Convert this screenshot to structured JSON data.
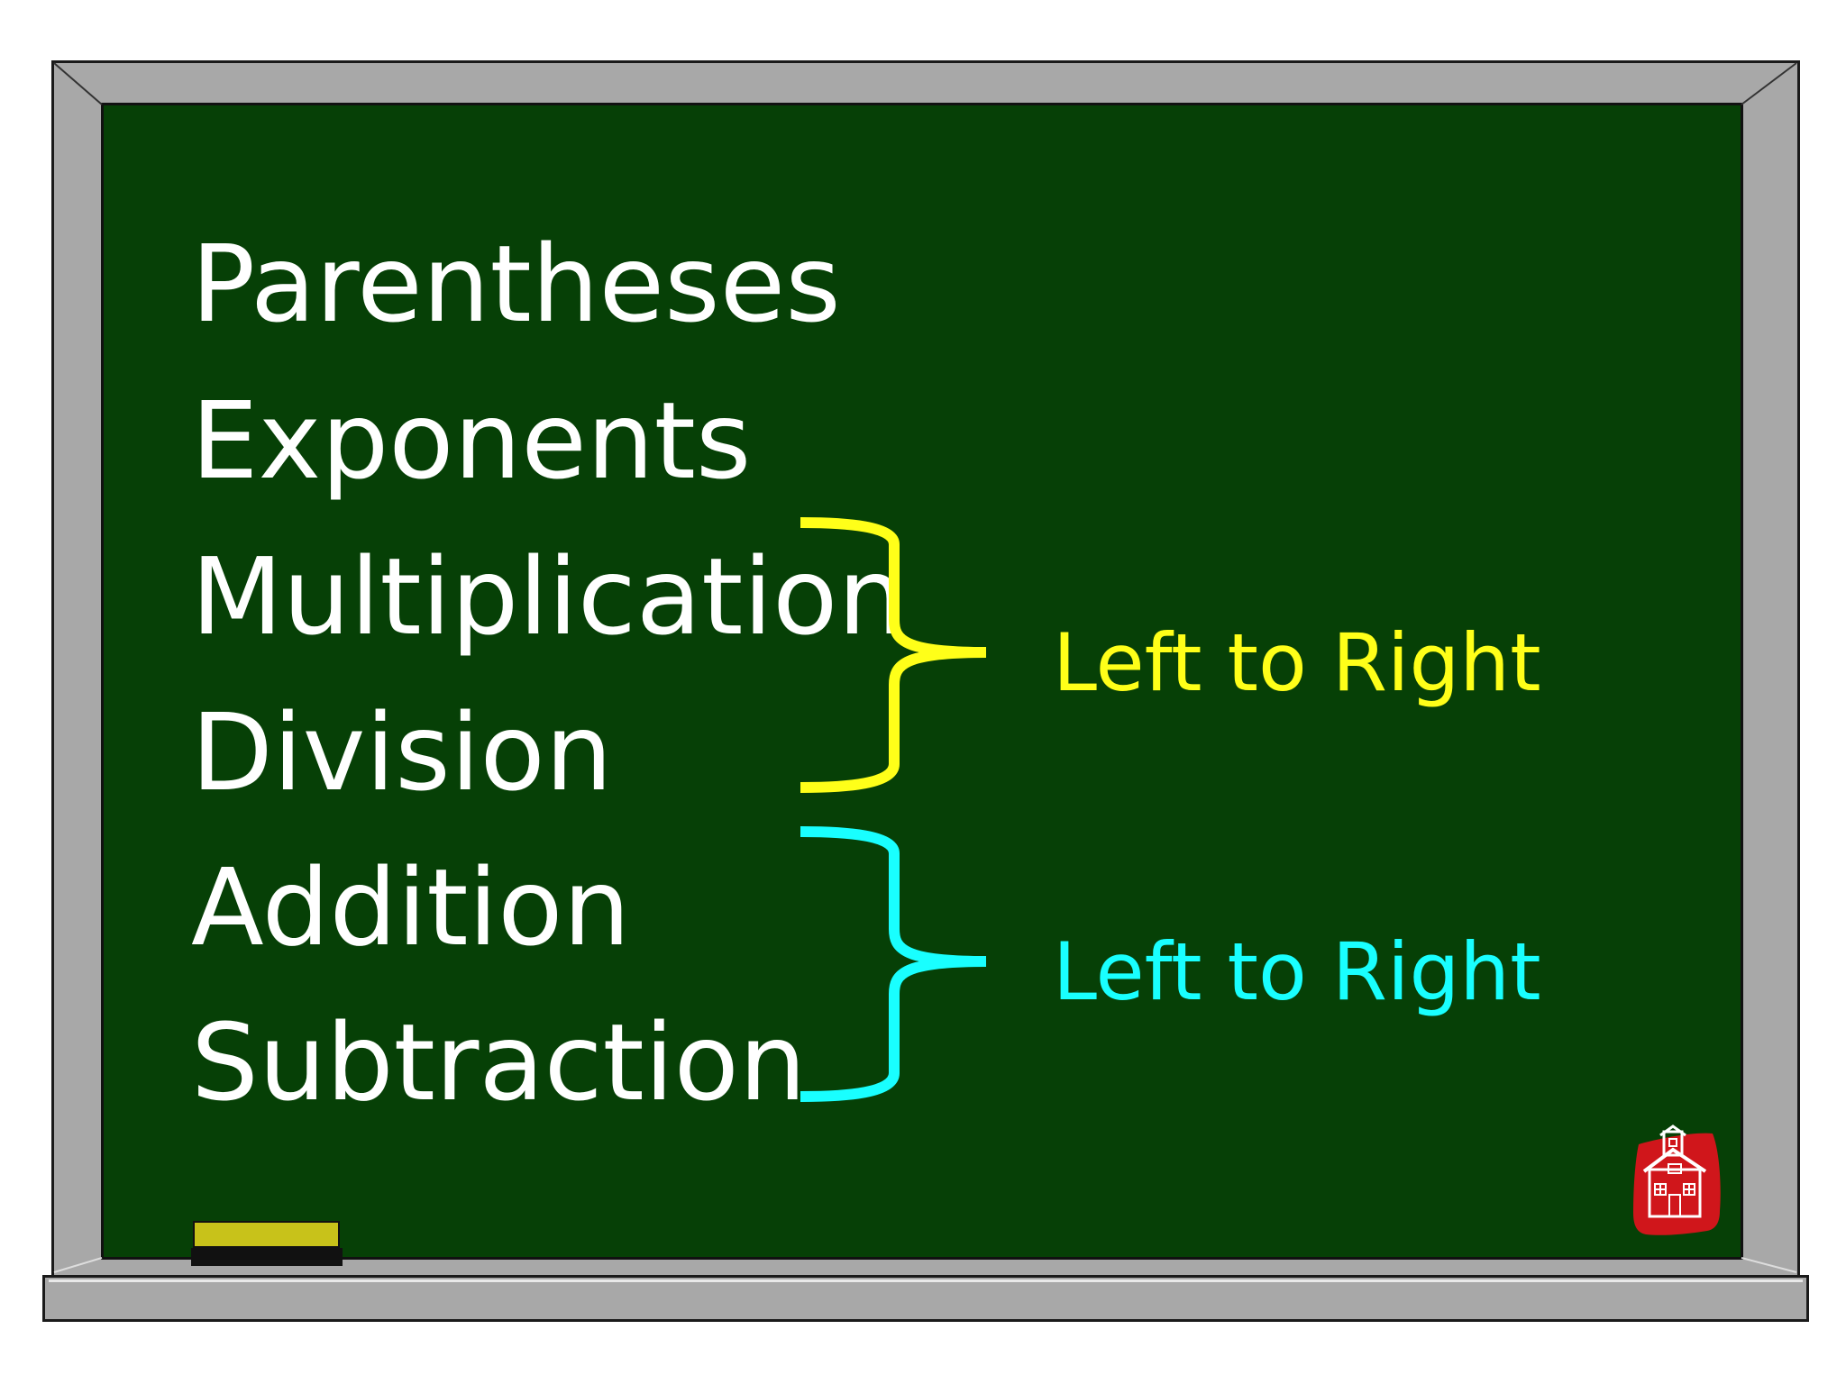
{
  "steps": [
    {
      "label": "Parentheses"
    },
    {
      "label": "Exponents"
    },
    {
      "label": "Multiplication"
    },
    {
      "label": "Division"
    },
    {
      "label": "Addition"
    },
    {
      "label": "Subtraction"
    }
  ],
  "groups": [
    {
      "note": "Left to Right",
      "color": "#ffff19"
    },
    {
      "note": "Left to Right",
      "color": "#19ffff"
    }
  ],
  "colors": {
    "chalkboard": "#064006",
    "frame": "#a8a8a8",
    "chalk": "#ffffff",
    "eraser": "#c8c21a",
    "schoolhouse": "#d0161b"
  },
  "icons": {
    "schoolhouse": "schoolhouse-icon"
  }
}
